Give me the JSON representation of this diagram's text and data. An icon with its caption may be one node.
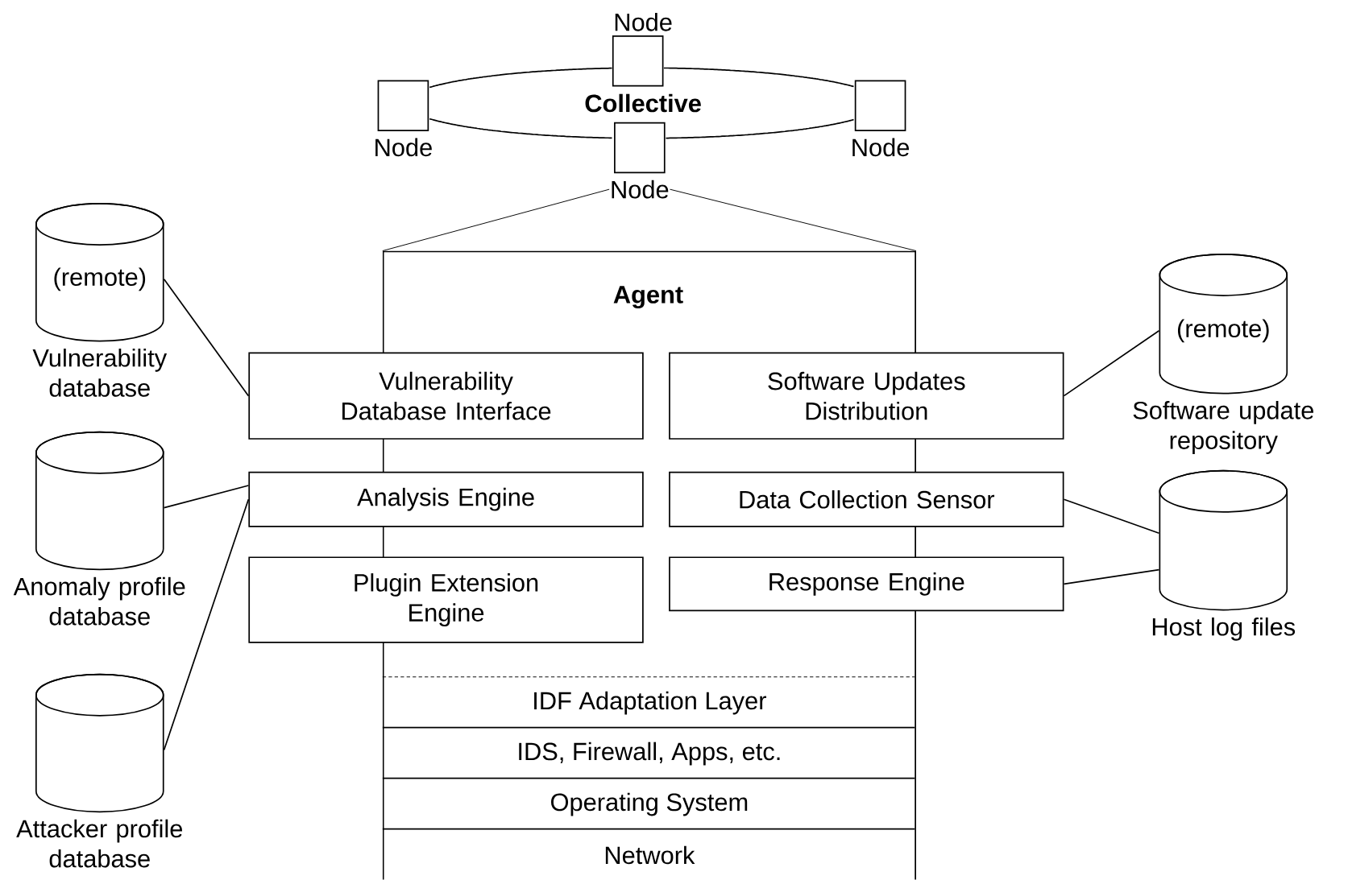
{
  "diagram": {
    "nodes": [
      {
        "text": [
          "Collective"
        ]
      },
      {
        "text": [
          "Node"
        ]
      },
      {
        "text": [
          "Node"
        ]
      },
      {
        "text": [
          "Node"
        ]
      },
      {
        "text": [
          "Node"
        ]
      },
      {
        "text": [
          "Agent"
        ]
      },
      {
        "text": [
          "Vulnerability Database Interface"
        ]
      },
      {
        "text": [
          "Software Updates Distribution"
        ]
      },
      {
        "text": [
          "Analysis Engine"
        ]
      },
      {
        "text": [
          "Data Collection Sensor"
        ]
      },
      {
        "text": [
          "Plugin Extension Engine"
        ]
      },
      {
        "text": [
          "Response Engine"
        ]
      },
      {
        "text": [
          "IDF Adaptation Layer"
        ],
        "in": 5
      },
      {
        "text": [
          "IDS, Firewall, Apps, etc."
        ],
        "in": 5
      },
      {
        "text": [
          "Operating System"
        ],
        "in": 5
      },
      {
        "text": [
          "Network"
        ],
        "in": 5
      },
      {
        "text": [
          "(remote)",
          "Vulnerability database"
        ]
      },
      {
        "text": [
          "Anomaly profile database"
        ]
      },
      {
        "text": [
          "Attacker profile database"
        ]
      },
      {
        "text": [
          "(remote)",
          "Software update repository"
        ]
      },
      {
        "text": [
          "Host log files"
        ]
      }
    ],
    "edges": [
      {
        "from": 4,
        "to": 5,
        "arrow": "none"
      },
      {
        "from": 4,
        "to": 5,
        "arrow": "none"
      },
      {
        "from": 16,
        "to": 6,
        "arrow": "none"
      },
      {
        "from": 17,
        "to": 8,
        "arrow": "none"
      },
      {
        "from": 18,
        "to": 8,
        "arrow": "none"
      },
      {
        "from": 7,
        "to": 19,
        "arrow": "none"
      },
      {
        "from": 9,
        "to": 20,
        "arrow": "none"
      },
      {
        "from": 11,
        "to": 20,
        "arrow": "none"
      }
    ]
  }
}
